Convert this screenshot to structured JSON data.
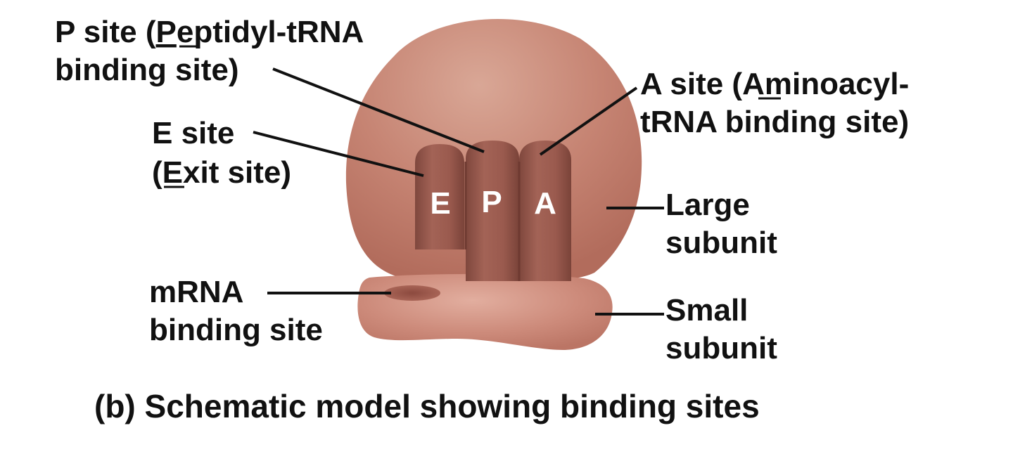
{
  "labels": {
    "p_site": {
      "line1_pre": "P site (",
      "line1_key": "P",
      "line1_post": "eptidyl-tRNA",
      "line2": "binding site)"
    },
    "e_site": {
      "line1": "E site",
      "line2_pre": "(",
      "line2_key": "E",
      "line2_post": "xit site)"
    },
    "a_site": {
      "line1_pre": "A site (",
      "line1_key": "A",
      "line1_post": "minoacyl-",
      "line2": "tRNA binding site)"
    },
    "large_subunit": {
      "line1": "Large",
      "line2": "subunit"
    },
    "small_subunit": {
      "line1": "Small",
      "line2": "subunit"
    },
    "mrna_site": {
      "line1": "mRNA",
      "line2": "binding site"
    }
  },
  "site_letters": {
    "e": "E",
    "p": "P",
    "a": "A"
  },
  "caption": "(b) Schematic model showing binding sites",
  "colors": {
    "large_subunit": "#c07a6a",
    "large_subunit_highlight": "#dba99a",
    "small_subunit": "#c98474",
    "small_subunit_highlight": "#e0ab9d",
    "site_fill": "#9a5a4e",
    "site_dark": "#7e463c",
    "mrna_groove": "#9b564a",
    "text": "#111111"
  }
}
